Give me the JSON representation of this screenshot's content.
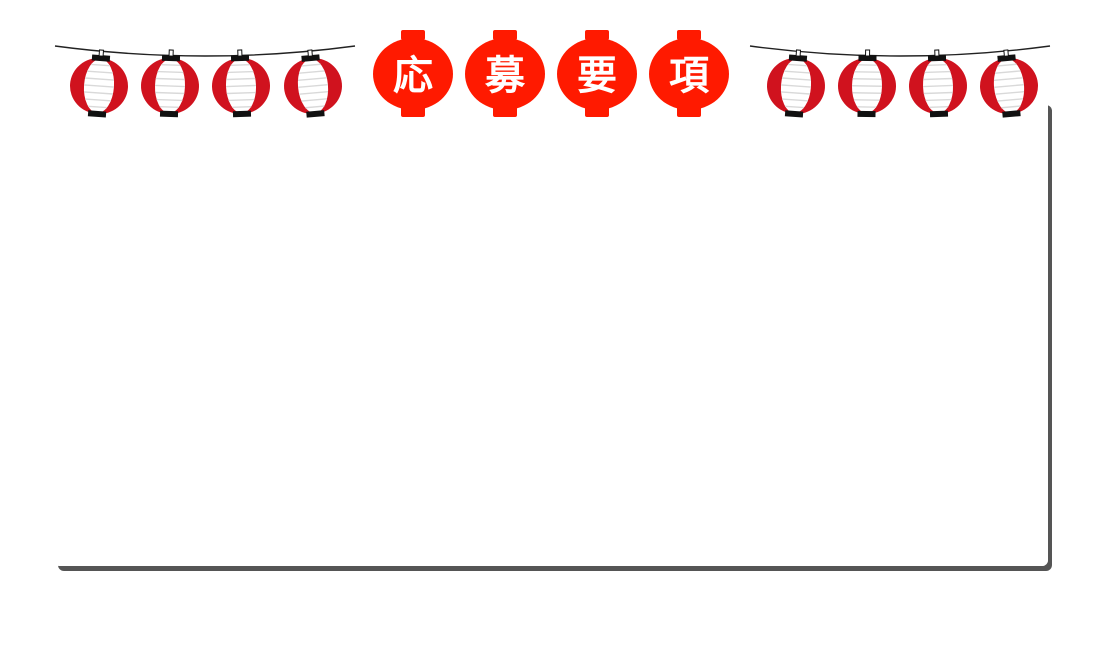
{
  "banner": {
    "title_chars": [
      "応",
      "募",
      "要",
      "項"
    ],
    "accent_color": "#ff1a00",
    "lantern_red": "#d0121e",
    "lantern_white": "#ffffff",
    "lantern_stripe": "#d9d9d9",
    "lantern_cap": "#111111",
    "string_color": "#222222",
    "left_lantern_count": 4,
    "right_lantern_count": 4
  },
  "panel": {
    "background": "#ffffff",
    "shadow_color": "#555555"
  }
}
